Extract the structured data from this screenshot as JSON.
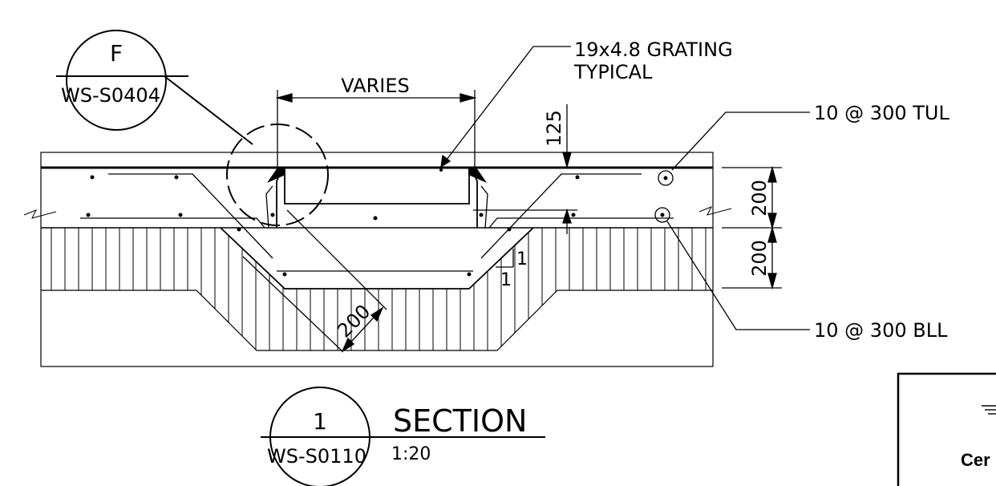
{
  "detail_callout": {
    "letter": "F",
    "sheet": "WS-S0404"
  },
  "dimensions": {
    "varies": "VARIES",
    "cover_125": "125",
    "slab_200": "200",
    "base_200": "200",
    "haunch_200": "200",
    "slope_rise": "1",
    "slope_run": "1"
  },
  "notes": {
    "grating_line1": "19x4.8 GRATING",
    "grating_line2": "TYPICAL",
    "top_bar": "10 @ 300 TUL",
    "bottom_bar": "10 @ 300 BLL"
  },
  "section_title": {
    "number": "1",
    "sheet": "WS-S0110",
    "title": "SECTION",
    "scale": "1:20"
  },
  "stamp": {
    "fragment": "Cer"
  }
}
